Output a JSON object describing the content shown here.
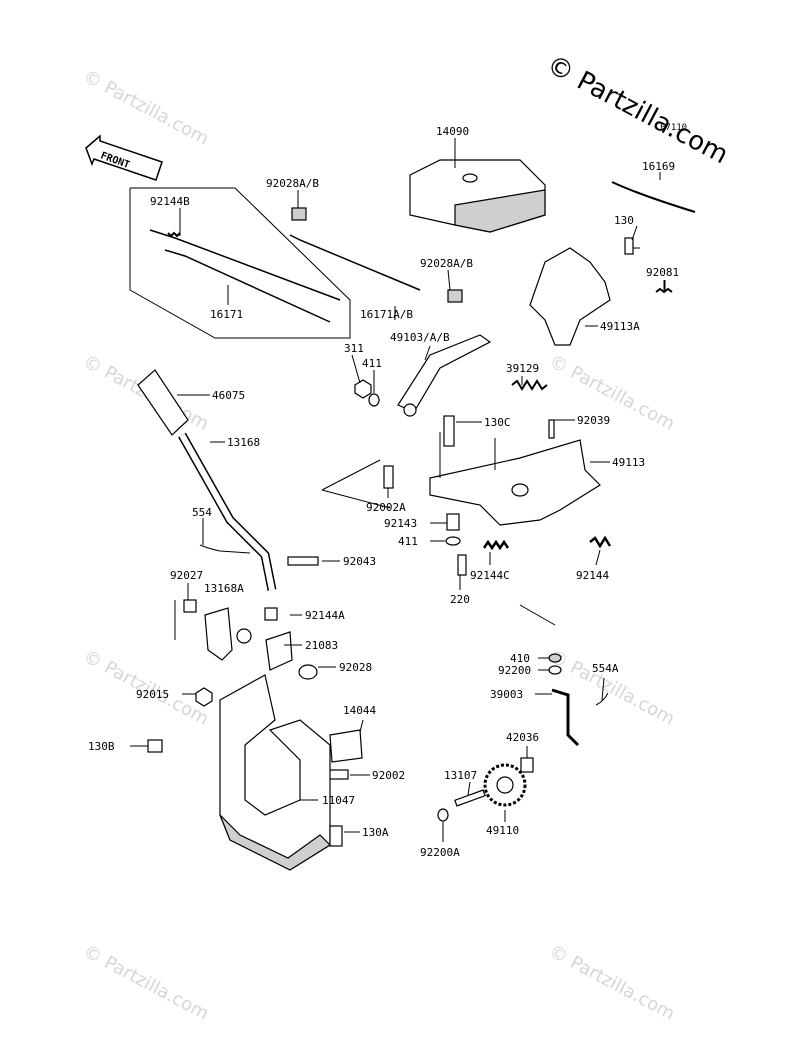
{
  "brand": "© Partzilla.com",
  "code": "E7110",
  "front_label": "FRONT",
  "watermark": "© Partzilla.com",
  "parts": {
    "p14090": "14090",
    "p16169": "16169",
    "p130": "130",
    "p92081": "92081",
    "p49113A": "49113A",
    "p92144B": "92144B",
    "p92028AB_top": "92028A/B",
    "p92028AB_mid": "92028A/B",
    "p16171": "16171",
    "p16171AB": "16171A/B",
    "p49103AB": "49103/A/B",
    "p311": "311",
    "p411_top": "411",
    "p39129": "39129",
    "p46075": "46075",
    "p13168": "13168",
    "p130C": "130C",
    "p92039": "92039",
    "p49113": "49113",
    "p92002A": "92002A",
    "p554": "554",
    "p92143": "92143",
    "p411_mid": "411",
    "p92144C": "92144C",
    "p92144": "92144",
    "p220": "220",
    "p92043": "92043",
    "p92027": "92027",
    "p13168A": "13168A",
    "p92144A": "92144A",
    "p21083": "21083",
    "p92028": "92028",
    "p410": "410",
    "p92200": "92200",
    "p554A": "554A",
    "p92015": "92015",
    "p39003": "39003",
    "p14044": "14044",
    "p130B": "130B",
    "p42036": "42036",
    "p92002": "92002",
    "p13107": "13107",
    "p11047": "11047",
    "p49110": "49110",
    "p130A": "130A",
    "p92200A": "92200A"
  }
}
